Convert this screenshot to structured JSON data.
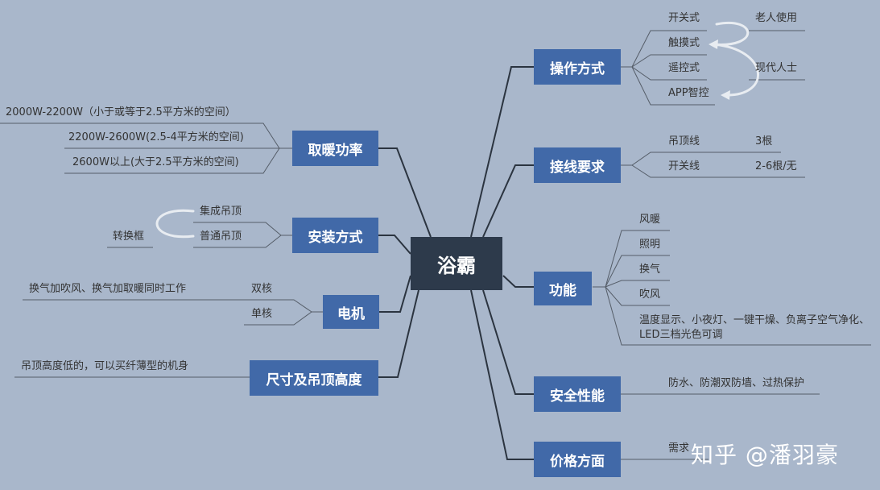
{
  "root": "浴霸",
  "right": {
    "operation": {
      "title": "操作方式",
      "items": [
        "开关式",
        "触摸式",
        "遥控式",
        "APP智控"
      ],
      "notes": [
        "老人使用",
        "现代人士"
      ]
    },
    "wiring": {
      "title": "接线要求",
      "items": [
        {
          "label": "吊顶线",
          "value": "3根"
        },
        {
          "label": "开关线",
          "value": "2-6根/无"
        }
      ]
    },
    "function": {
      "title": "功能",
      "items": [
        "风暖",
        "照明",
        "换气",
        "吹风"
      ],
      "extra": "温度显示、小夜灯、一键干燥、负离子空气净化、LED三档光色可调"
    },
    "safety": {
      "title": "安全性能",
      "items": [
        "防水、防潮双防墙、过热保护"
      ]
    },
    "price": {
      "title": "价格方面",
      "items": [
        "需求"
      ]
    }
  },
  "left": {
    "power": {
      "title": "取暖功率",
      "items": [
        "2000W-2200W（小于或等于2.5平方米的空间）",
        "2200W-2600W(2.5-4平方米的空间)",
        "2600W以上(大于2.5平方米的空间)"
      ]
    },
    "install": {
      "title": "安装方式",
      "items": [
        "集成吊顶",
        "普通吊顶"
      ],
      "note": "转换框"
    },
    "motor": {
      "title": "电机",
      "items": [
        "双核",
        "单核"
      ],
      "note": "换气加吹风、换气加取暖同时工作"
    },
    "size": {
      "title": "尺寸及吊顶高度",
      "items": [
        "吊顶高度低的，可以买纤薄型的机身"
      ]
    }
  },
  "watermark": "知乎 @潘羽豪",
  "colors": {
    "background": "#a9b7cb",
    "branch": "#4169a8",
    "root": "#2d3a4b",
    "line": "#2b3440"
  }
}
